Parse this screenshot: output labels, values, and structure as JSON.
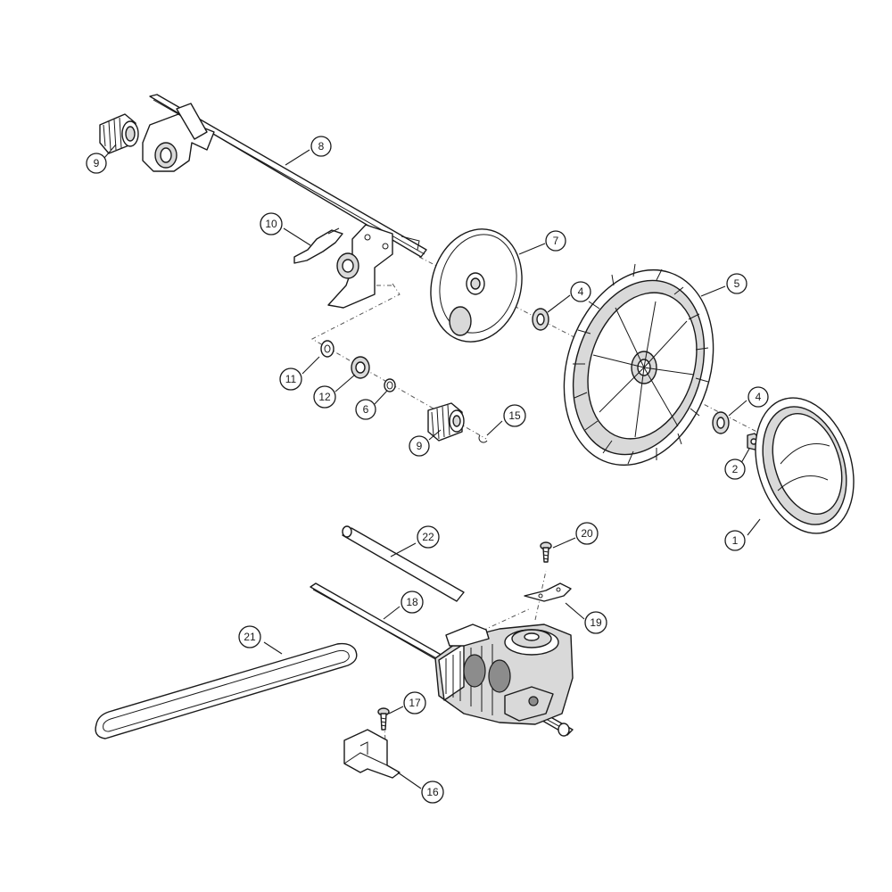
{
  "diagram": {
    "type": "exploded parts diagram",
    "callouts": [
      {
        "id": "c9a",
        "label": "9"
      },
      {
        "id": "c8",
        "label": "8"
      },
      {
        "id": "c10",
        "label": "10"
      },
      {
        "id": "c7",
        "label": "7"
      },
      {
        "id": "c4a",
        "label": "4"
      },
      {
        "id": "c5",
        "label": "5"
      },
      {
        "id": "c11",
        "label": "11"
      },
      {
        "id": "c12",
        "label": "12"
      },
      {
        "id": "c6",
        "label": "6"
      },
      {
        "id": "c15",
        "label": "15"
      },
      {
        "id": "c9b",
        "label": "9"
      },
      {
        "id": "c4b",
        "label": "4"
      },
      {
        "id": "c2",
        "label": "2"
      },
      {
        "id": "c1",
        "label": "1"
      },
      {
        "id": "c22",
        "label": "22"
      },
      {
        "id": "c20",
        "label": "20"
      },
      {
        "id": "c18",
        "label": "18"
      },
      {
        "id": "c19",
        "label": "19"
      },
      {
        "id": "c21",
        "label": "21"
      },
      {
        "id": "c17",
        "label": "17"
      },
      {
        "id": "c16",
        "label": "16"
      }
    ]
  }
}
